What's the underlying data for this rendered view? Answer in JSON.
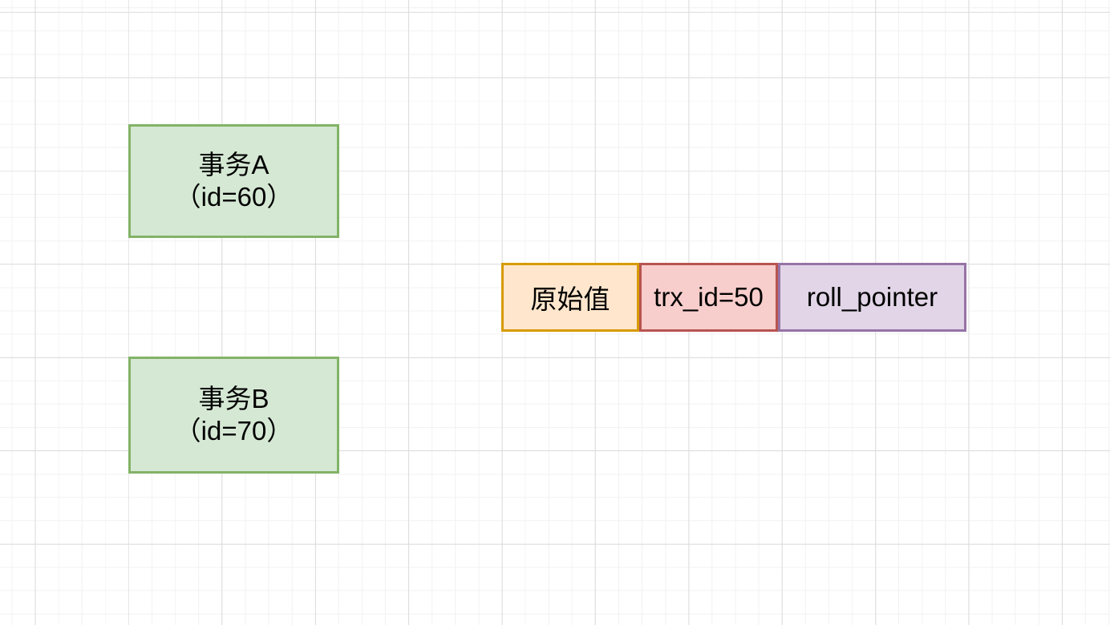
{
  "canvas": {
    "background_color": "#ffffff",
    "grid_minor_color": "#f2f2f2",
    "grid_major_color": "#dcdcdc"
  },
  "nodes": {
    "transaction_a": {
      "title": "事务A",
      "subtitle": "（id=60）",
      "fill": "#d5e8d4",
      "stroke": "#82b366"
    },
    "transaction_b": {
      "title": "事务B",
      "subtitle": "（id=70）",
      "fill": "#d5e8d4",
      "stroke": "#82b366"
    },
    "record_row": {
      "cells": [
        {
          "label": "原始值",
          "fill": "#ffe6cc",
          "stroke": "#d79b00"
        },
        {
          "label": "trx_id=50",
          "fill": "#f8cecc",
          "stroke": "#b85450"
        },
        {
          "label": "roll_pointer",
          "fill": "#e1d5e7",
          "stroke": "#9673a6"
        }
      ]
    }
  }
}
